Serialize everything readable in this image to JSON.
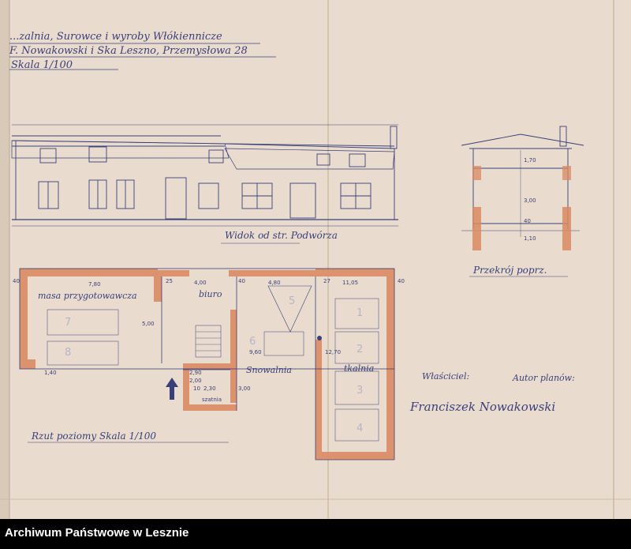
{
  "header": {
    "line1": "...zalnia, Surowce i wyroby Włókiennicze",
    "line2": "F. Nowakowski i Ska Leszno, Przemysłowa 28",
    "scale": "Skala 1/100"
  },
  "elevation_label": "Widok od str. Podwórza",
  "section_label": "Przekrój poprz.",
  "plan_label": "Rzut poziomy Skala 1/100",
  "rooms": {
    "masa": "masa przygotowawcza",
    "biuro": "biuro",
    "snowalnia": "Snowalnia",
    "tkalnia": "tkalnia",
    "szatnia": "szatnia"
  },
  "room_numbers": [
    "7",
    "8",
    "6",
    "5",
    "1",
    "2",
    "3",
    "4"
  ],
  "dimensions": {
    "d7_80": "7,80",
    "d4_00": "4,00",
    "d4_80": "4,80",
    "d11_05": "11,05",
    "d5_00": "5,00",
    "d9_60": "9,60",
    "d12_70": "12,70",
    "d2_30": "2,30",
    "d2_00": "2,00",
    "d2_90": "2,90",
    "d1_40": "1,40",
    "d3_00": "3,00",
    "d0_40": "40",
    "d0_25": "25",
    "d0_27": "27",
    "d0_10": "10",
    "sec_1_70": "1,70",
    "sec_3_00": "3,00",
    "sec_40": "40",
    "sec_1_10": "1,10"
  },
  "signature_labels": {
    "owner": "Właściciel:",
    "author": "Autor planów:",
    "signature": "Franciszek Nowakowski"
  },
  "footer_text": "Archiwum Państwowe w Lesznie"
}
